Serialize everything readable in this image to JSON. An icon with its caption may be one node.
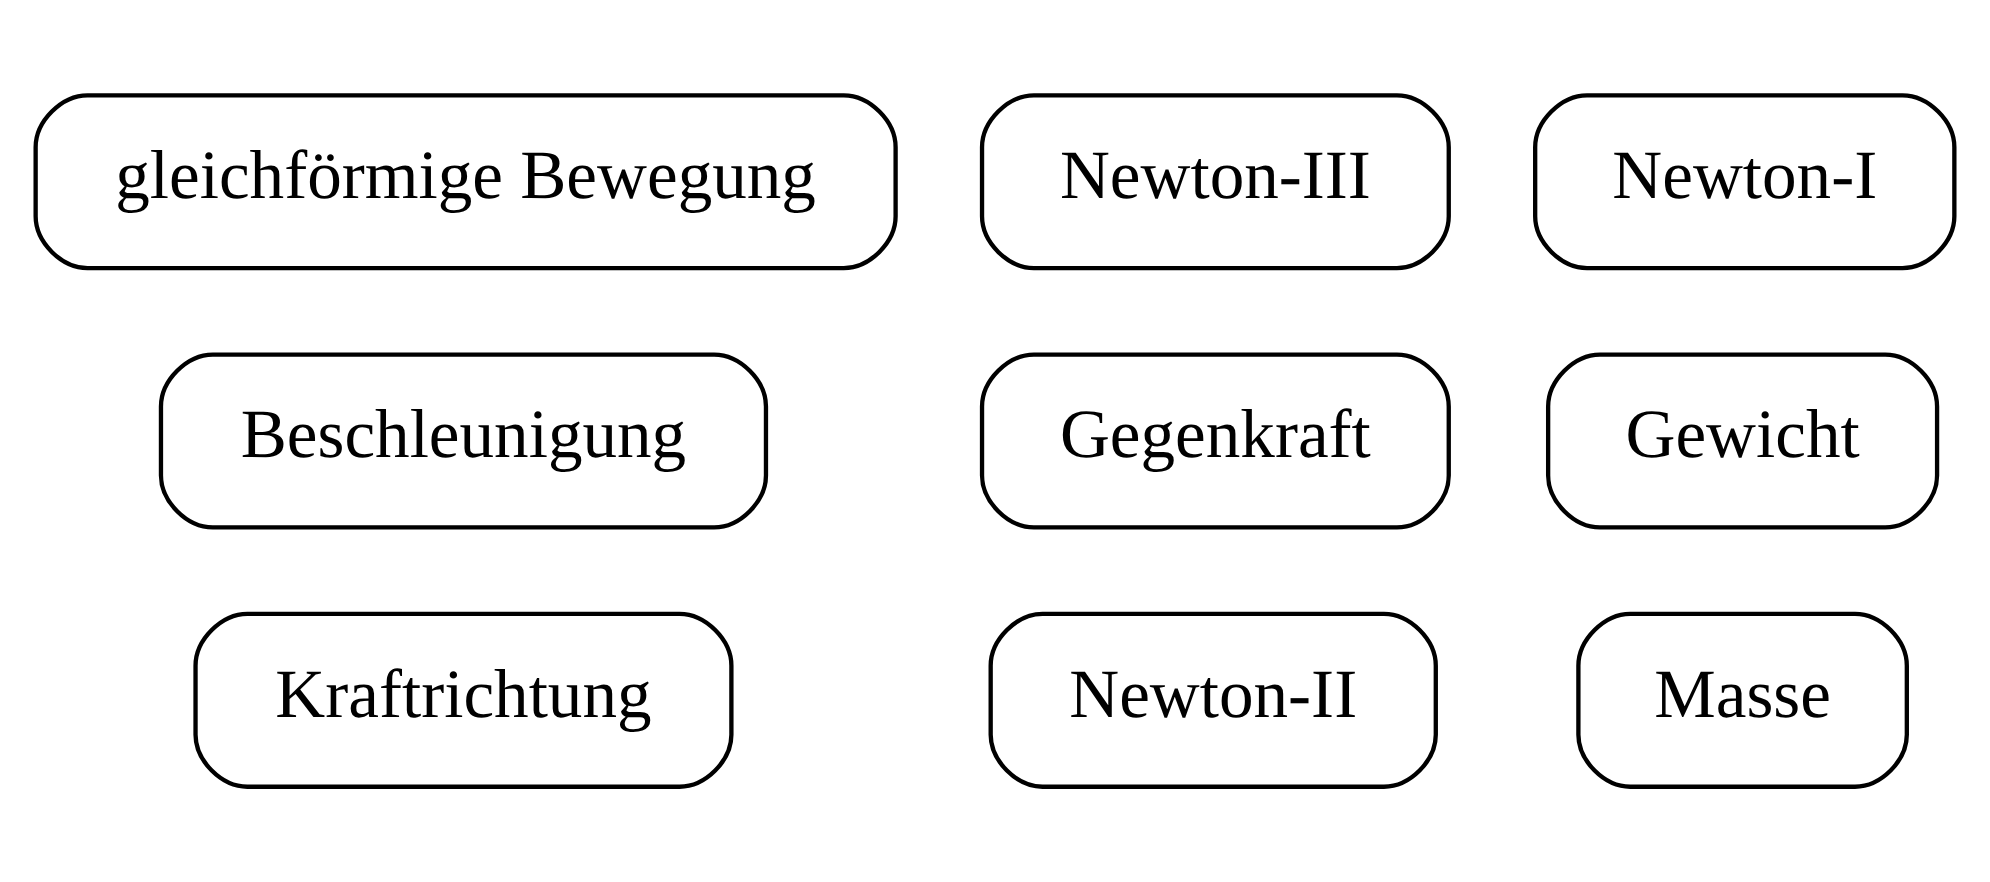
{
  "diagram": {
    "nodes": [
      {
        "text": [
          "Masse"
        ]
      },
      {
        "text": [
          "Beschleunigung"
        ]
      },
      {
        "text": [
          "Gewicht"
        ]
      },
      {
        "text": [
          "Newton-III"
        ]
      },
      {
        "text": [
          "Gegenkraft"
        ]
      },
      {
        "text": [
          "Newton-I"
        ]
      },
      {
        "text": [
          "Newton-II"
        ]
      },
      {
        "text": [
          "Kraftrichtung"
        ]
      },
      {
        "text": [
          "gleichförmige Bewegung"
        ]
      }
    ]
  }
}
